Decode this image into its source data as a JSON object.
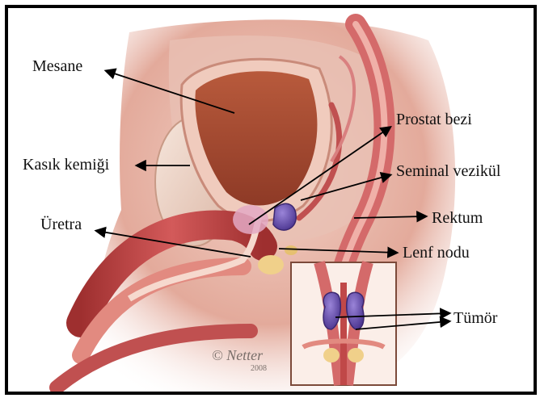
{
  "labels": {
    "mesane": "Mesane",
    "kasik_kemigi": "Kasık kemiği",
    "uretra": "Üretra",
    "prostat_bezi": "Prostat bezi",
    "seminal_vezikul": "Seminal vezikül",
    "rektum": "Rektum",
    "lenf_nodu": "Lenf nodu",
    "tumor": "Tümör"
  },
  "signature": {
    "name": "Netter",
    "year": "2008"
  },
  "colors": {
    "frame": "#000000",
    "tissue": "#e8b3a8",
    "muscle": "#c04848",
    "tumor": "#6a4ea8",
    "arrow": "#000000"
  }
}
